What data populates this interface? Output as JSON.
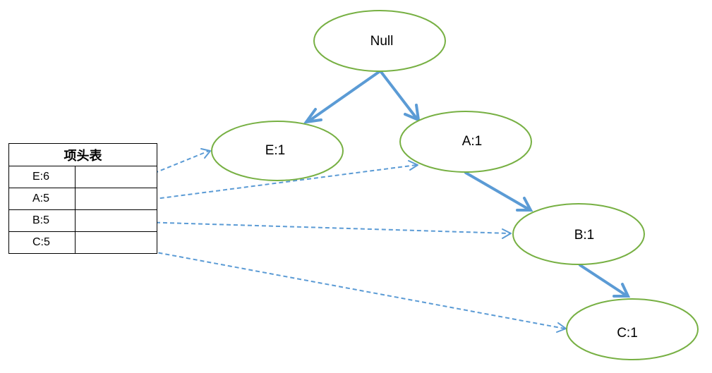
{
  "header_table": {
    "title": "项头表",
    "rows": [
      {
        "label": "E:6"
      },
      {
        "label": "A:5"
      },
      {
        "label": "B:5"
      },
      {
        "label": "C:5"
      }
    ]
  },
  "tree": {
    "root": "Null",
    "nodes": {
      "e": "E:1",
      "a": "A:1",
      "b": "B:1",
      "c": "C:1"
    },
    "edges": [
      {
        "from": "Null",
        "to": "E:1"
      },
      {
        "from": "Null",
        "to": "A:1"
      },
      {
        "from": "A:1",
        "to": "B:1"
      },
      {
        "from": "B:1",
        "to": "C:1"
      }
    ]
  },
  "links": [
    {
      "from": "E:6",
      "to": "E:1"
    },
    {
      "from": "A:5",
      "to": "A:1"
    },
    {
      "from": "B:5",
      "to": "B:1"
    },
    {
      "from": "C:5",
      "to": "C:1"
    }
  ],
  "colors": {
    "node_outline": "#77b043",
    "edge": "#5b9bd5",
    "table_border": "#000000"
  }
}
